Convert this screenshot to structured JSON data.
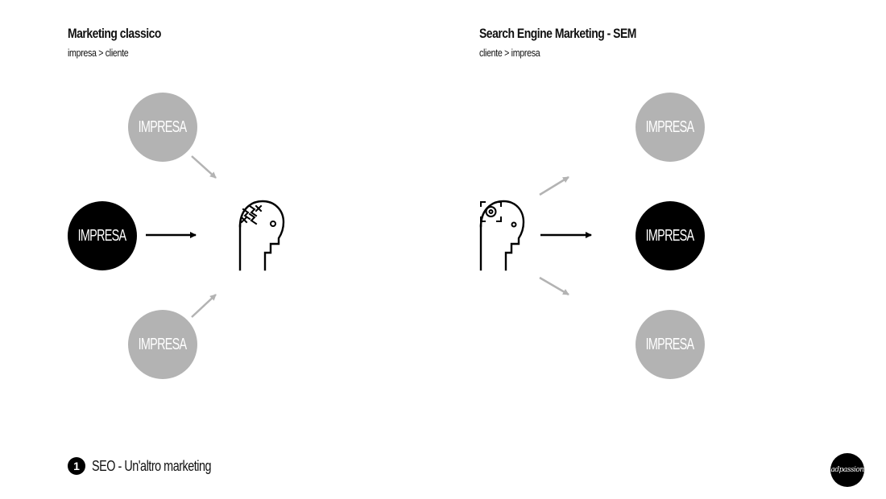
{
  "left": {
    "title": "Marketing classico",
    "subtitle": "impresa > cliente",
    "nodes": {
      "top": "IMPRESA",
      "middle": "IMPRESA",
      "bottom": "IMPRESA"
    }
  },
  "right": {
    "title": "Search Engine Marketing - SEM",
    "subtitle": "cliente > impresa",
    "nodes": {
      "top": "IMPRESA",
      "middle": "IMPRESA",
      "bottom": "IMPRESA"
    }
  },
  "footer": {
    "number": "1",
    "text": "SEO - Un'altro marketing"
  },
  "logo": {
    "text": "adpassion"
  },
  "colors": {
    "grey": "#b3b3b3",
    "black": "#000000",
    "background": "#ffffff"
  },
  "icons": [
    "head-stressed-icon",
    "head-focused-icon"
  ]
}
